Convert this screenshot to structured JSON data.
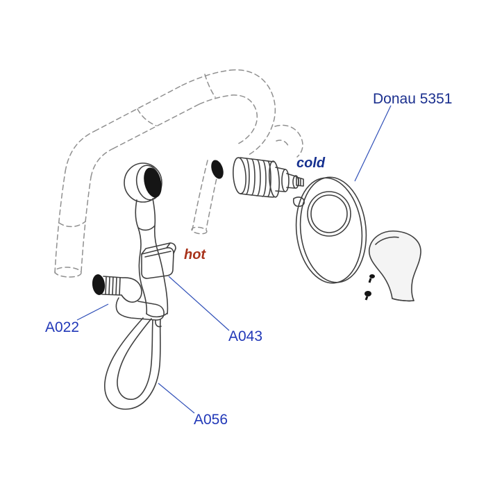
{
  "diagram": {
    "labels": {
      "product": "Donau 5351",
      "cold": "cold",
      "hot": "hot",
      "a022": "A022",
      "a043": "A043",
      "a056": "A056"
    },
    "colors": {
      "product_navy": "#1a2f8e",
      "cold_navy": "#16308f",
      "hot_red": "#a8321a",
      "part_blue": "#2138b8",
      "leader_blue": "#3050b8",
      "solid_line": "#3f3f3f",
      "phantom_line": "#8f8f8f",
      "background": "#ffffff"
    }
  }
}
